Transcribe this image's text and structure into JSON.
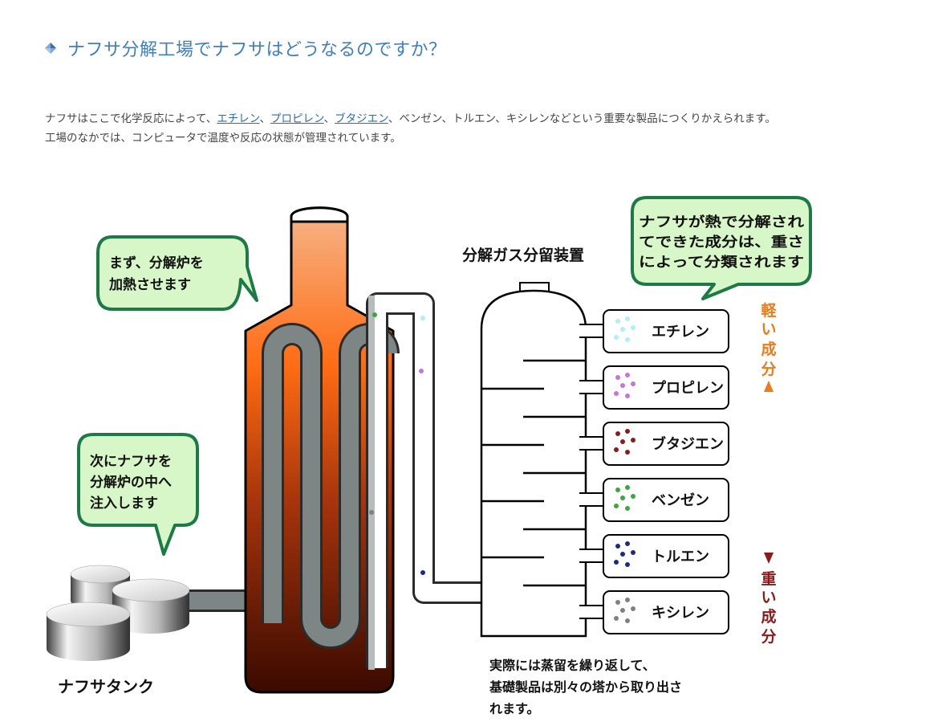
{
  "heading": {
    "title": "ナフサ分解工場でナフサはどうなるのですか？"
  },
  "intro": {
    "t1": "ナフサはここで化学反応によって、",
    "link1": "エチレン",
    "sep1": "、",
    "link2": "プロピレン",
    "sep2": "、",
    "link3": "ブタジエン",
    "t2": "、ベンゼン、トルエン、キシレンなどという重要な製品につくりかえられます。",
    "line2": "工場のなかでは、コンピュータで温度や反応の状態が管理されています。"
  },
  "diagram": {
    "bubble_heat": [
      "まず、分解炉を",
      "加熱させます"
    ],
    "bubble_inject": [
      "次にナフサを",
      "分解炉の中へ",
      "注入します"
    ],
    "bubble_sort": [
      "ナフサが熱で分解され",
      "てできた成分は、重さ",
      "によって分類されます"
    ],
    "tank_label": "ナフサタンク",
    "column_label": "分解ガス分留装置",
    "products": [
      {
        "name": "エチレン",
        "color": "#aef0f5"
      },
      {
        "name": "プロピレン",
        "color": "#c674e0"
      },
      {
        "name": "ブタジエン",
        "color": "#8b1a1a"
      },
      {
        "name": "ベンゼン",
        "color": "#3aa83a"
      },
      {
        "name": "トルエン",
        "color": "#1a2a8a"
      },
      {
        "name": "キシレン",
        "color": "#808080"
      }
    ],
    "light_label": [
      "軽",
      "い",
      "成",
      "分"
    ],
    "heavy_label": [
      "重",
      "い",
      "成",
      "分"
    ],
    "note": [
      "実際には蒸留を繰り返して、",
      "基礎製品は別々の塔から取り出さ",
      "れます。"
    ]
  },
  "colors": {
    "bubble_fill": "#d8f7c8",
    "bubble_stroke": "#1d7a46",
    "heading": "#3d7fc1",
    "light_arrow": "#ee7a1a",
    "heavy_arrow": "#8b1a1a"
  }
}
